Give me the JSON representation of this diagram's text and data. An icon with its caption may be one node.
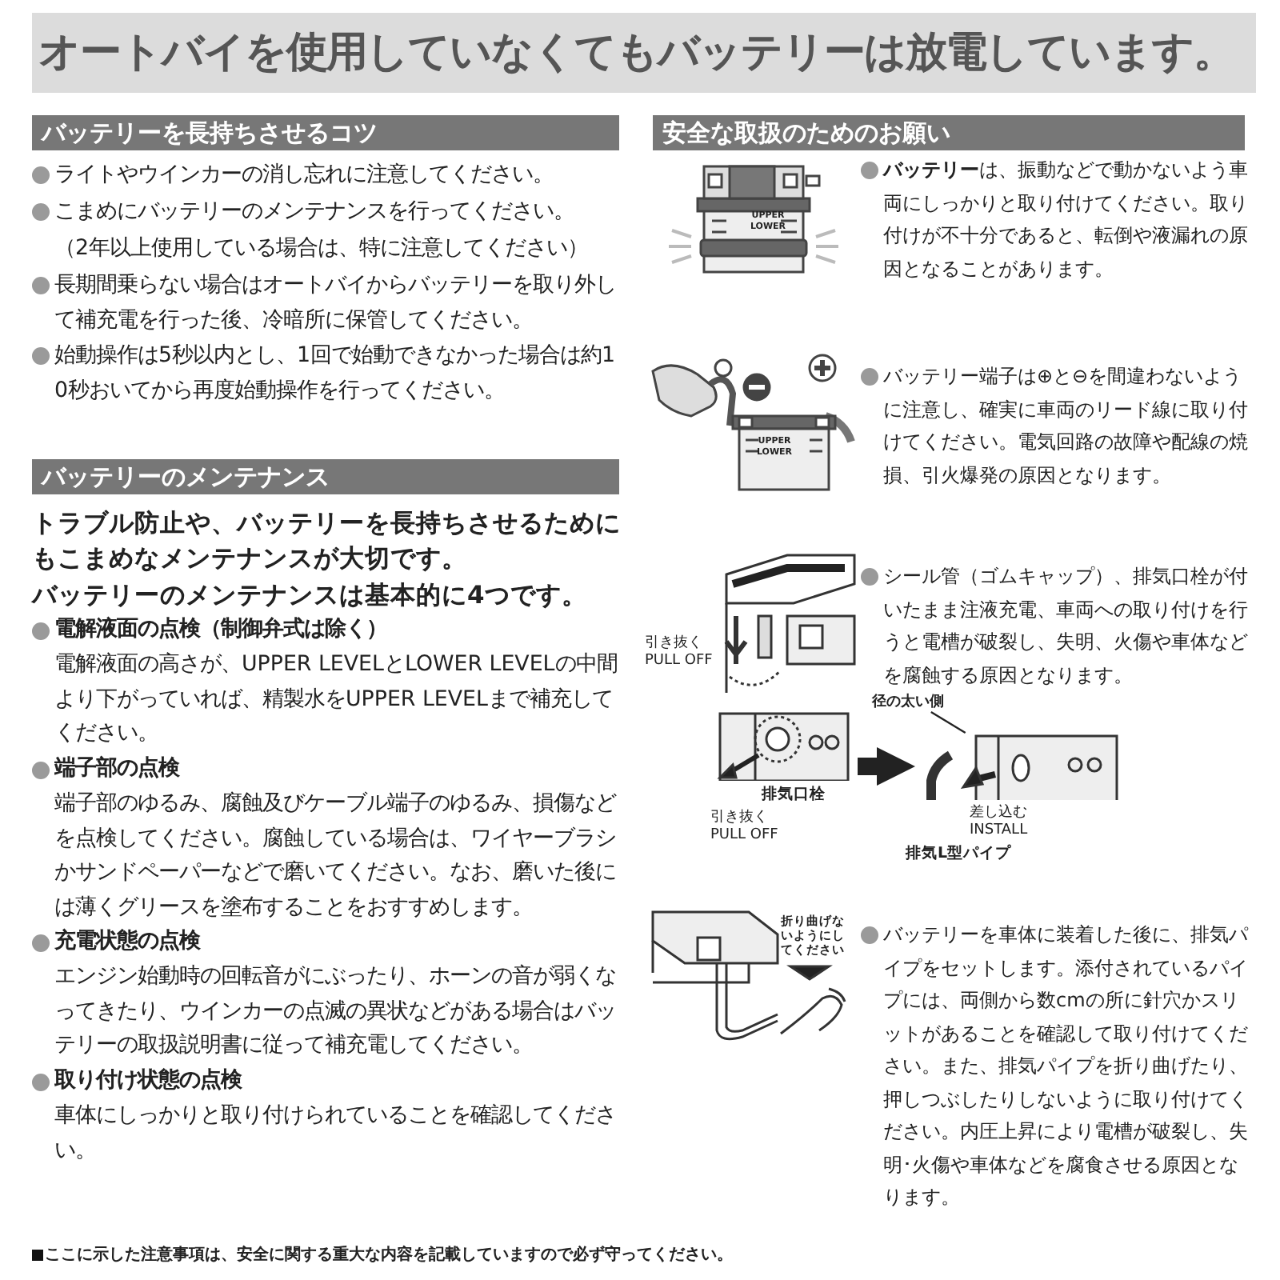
{
  "diagram": {
    "title": "オートバイを使用していなくてもバッテリーは放電しています。",
    "nodes": [
      {
        "text": [
          "バッテリーを長持ちさせるコツ"
        ]
      },
      {
        "text": [
          "バッテリーのメンテナンス"
        ]
      },
      {
        "text": [
          "安全な取扱のためのお願い"
        ]
      },
      {
        "text": [],
        "shape": "picture"
      },
      {
        "text": [],
        "shape": "picture"
      },
      {
        "text": [
          "径の太い側"
        ]
      }
    ],
    "edges": [
      {
        "from": 3,
        "to": 4,
        "arrow": "to",
        "style": "thick"
      },
      {
        "from": 5,
        "to": 4,
        "arrow": "none"
      }
    ],
    "labels": [
      "ライトやウインカーの消し忘れに注意してください。",
      "こまめにバッテリーのメンテナンスを行ってください。",
      "（2年以上使用している場合は、特に注意してください）",
      "長期間乗らない場合はオートバイからバッテリーを取り外して補充電を行った後、冷暗所に保管してください。",
      "始動操作は5秒以内とし、1回で始動できなかった場合は約10秒おいてから再度始動操作を行ってください。",
      "トラブル防止や、バッテリーを長持ちさせるためにもこまめなメンテナンスが大切です。",
      "バッテリーのメンテナンスは基本的に4つです。",
      "電解液面の点検（制御弁式は除く）",
      "電解液面の高さが、UPPER LEVELとLOWER LEVELの中間より下がっていれば、精製水をUPPER LEVELまで補充してください。",
      "端子部の点検",
      "端子部のゆるみ、腐蝕及びケーブル端子のゆるみ、損傷などを点検してください。腐蝕している場合は、ワイヤーブラシかサンドペーパーなどで磨いてください。なお、磨いた後には薄くグリースを塗布することをおすすめします。",
      "充電状態の点検",
      "エンジン始動時の回転音がにぶったり、ホーンの音が弱くなってきたり、ウインカーの点滅の異状などがある場合はバッテリーの取扱説明書に従って補充電してください。",
      "取り付け状態の点検",
      "車体にしっかりと取り付けられていることを確認してください。",
      "**バッテリー**は、振動などで動かないよう車両にしっかりと取り付けてください。取り付けが不十分であると、転倒や液漏れの原因となることがあります。",
      "バッテリー端子は⊕と⊖を間違わないように注意し、確実に車両のリード線に取り付けてください。電気回路の故障や配線の焼損、引火爆発の原因となります。",
      "シール管（ゴムキャップ）、排気口栓が付いたまま注液充電、車両への取り付けを行うと電槽が破裂し、失明、火傷や車体などを腐蝕する原因となります。",
      "バッテリーを車体に装着した後に、排気パイプをセットします。添付されているパイプには、両側から数cmの所に針穴かスリットがあることを確認して取り付けてください。また、排気パイプを折り曲げたり、押しつぶしたりしないように取り付けてください。内圧上昇により電槽が破裂し、失明･火傷や車体などを腐食させる原因となります。",
      "UPPER",
      "LOWER",
      "UPPER",
      "LOWER",
      "引き抜く PULL OFF",
      "引き抜く PULL OFF",
      "排気口栓",
      "差し込む INSTALL",
      "排気L型パイプ",
      "折り曲げないようにしてください",
      "ここに示した注意事項は、安全に関する重大な内容を記載していますので必ず守ってください。"
    ]
  }
}
